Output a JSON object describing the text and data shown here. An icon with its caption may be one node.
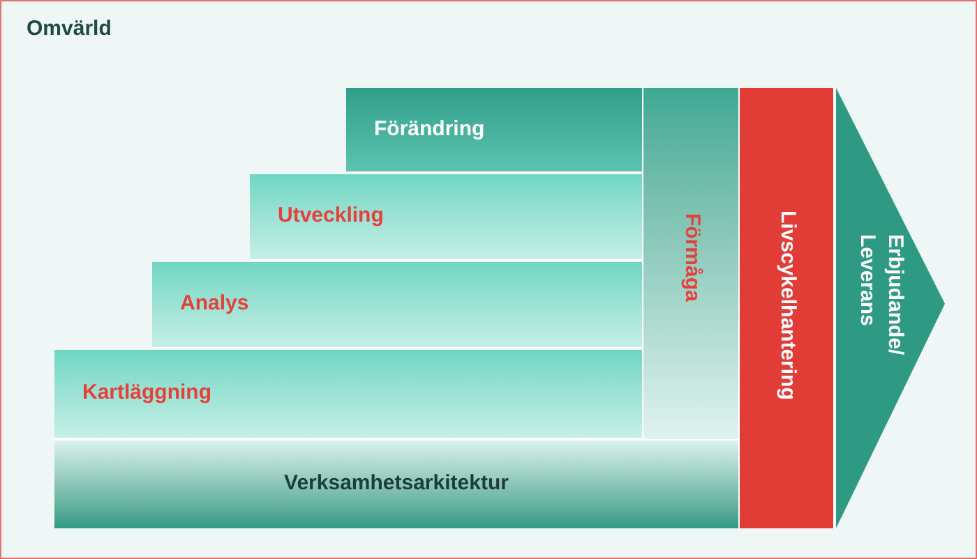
{
  "diagram": {
    "nodes": [
      {
        "text": [
          "Omvärld"
        ]
      },
      {
        "text": [
          "Förändring"
        ],
        "in": 0
      },
      {
        "text": [
          "Utveckling"
        ],
        "in": 0
      },
      {
        "text": [
          "Analys"
        ],
        "in": 0
      },
      {
        "text": [
          "Kartläggning"
        ],
        "in": 0
      },
      {
        "text": [
          "Förmåga"
        ],
        "in": 0
      },
      {
        "text": [
          "Verksamhetsarkitektur"
        ],
        "in": 0
      },
      {
        "text": [
          "Livscykelhantering"
        ],
        "in": 0
      },
      {
        "text": [
          "Erbjudande/ Leverans"
        ],
        "in": 0
      }
    ]
  }
}
